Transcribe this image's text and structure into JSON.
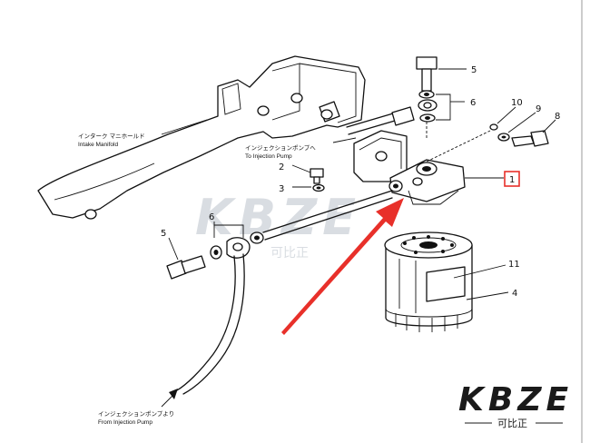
{
  "diagram": {
    "callouts": {
      "c1": "1",
      "c2": "2",
      "c3": "3",
      "c4": "4",
      "c5_top": "5",
      "c5_left": "5",
      "c6_top": "6",
      "c6_left": "6",
      "c8": "8",
      "c9": "9",
      "c10": "10",
      "c11": "11"
    },
    "labels": {
      "intake_jp": "インターク マニホールド",
      "intake_en": "Intake Manifold",
      "to_pump_jp": "インジェクションポンプへ",
      "to_pump_en": "To Injection Pump",
      "from_pump_jp": "インジェクションポンプより",
      "from_pump_en": "From Injection Pump"
    },
    "highlight_color": "#e8302a",
    "arrow_color": "#e8302a"
  },
  "watermark": {
    "brand": "KBZE",
    "chinese": "可比正"
  },
  "logo": {
    "brand": "KBZE",
    "chinese": "可比正"
  }
}
